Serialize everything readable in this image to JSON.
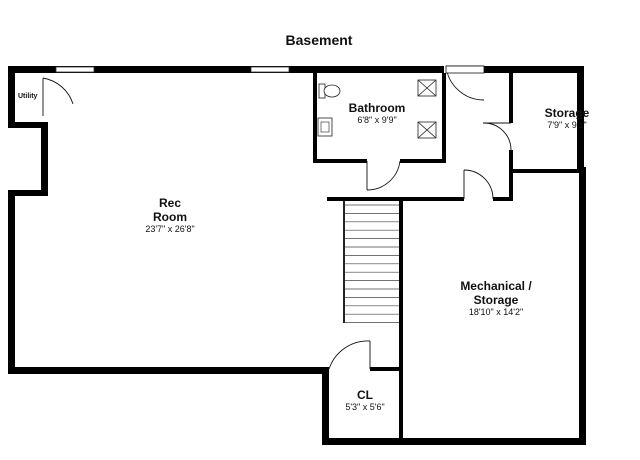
{
  "plan": {
    "title": "Basement",
    "rooms": [
      {
        "id": "utility",
        "name": "Utility",
        "dims": ""
      },
      {
        "id": "rec-room",
        "name_line1": "Rec",
        "name_line2": "Room",
        "dims": "23'7\" x 26'8\""
      },
      {
        "id": "bathroom",
        "name": "Bathroom",
        "dims": "6'8\" x 9'9\""
      },
      {
        "id": "storage",
        "name": "Storage",
        "dims": "7'9\" x 9'1\""
      },
      {
        "id": "mechanical",
        "name_line1": "Mechanical /",
        "name_line2": "Storage",
        "dims": "18'10\" x 14'2\""
      },
      {
        "id": "cl",
        "name": "CL",
        "dims": "5'3\" x 5'6\""
      }
    ]
  }
}
